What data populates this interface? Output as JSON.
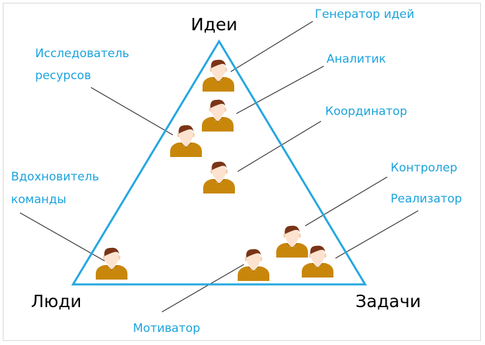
{
  "corners": {
    "top": "Идеи",
    "left": "Люди",
    "right": "Задачи"
  },
  "roles": {
    "generator": "Генератор идей",
    "analyst": "Аналитик",
    "researcher_line1": "Исследователь",
    "researcher_line2": "ресурсов",
    "coordinator": "Координатор",
    "inspirer_line1": "Вдохновитель",
    "inspirer_line2": "команды",
    "controller": "Контролер",
    "implementer": "Реализатор",
    "motivator": "Мотиватор"
  },
  "colors": {
    "triangle": "#26a7e0",
    "label": "#1aa3dc",
    "skin": "#fde3cf",
    "hair": "#7a3417",
    "shirt": "#c8870a",
    "leader_line": "#333333"
  },
  "icons": {
    "person": "person-icon"
  }
}
